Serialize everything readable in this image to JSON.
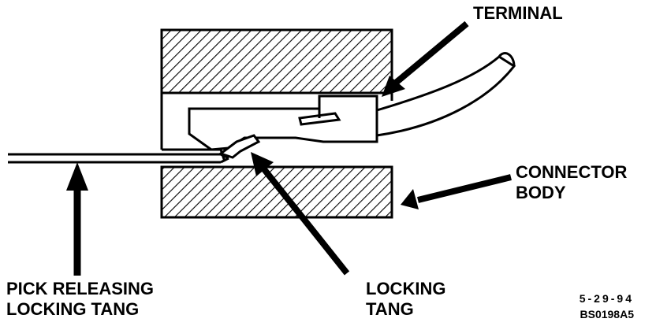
{
  "colors": {
    "ink": "#000000",
    "paper": "#ffffff"
  },
  "labels": {
    "terminal": "TERMINAL",
    "connector_body_1": "CONNECTOR",
    "connector_body_2": "BODY",
    "pick_1": "PICK RELEASING",
    "pick_2": "LOCKING TANG",
    "locking_1": "LOCKING",
    "locking_2": "TANG",
    "date": "5-29-94",
    "code": "BS0198A5"
  }
}
